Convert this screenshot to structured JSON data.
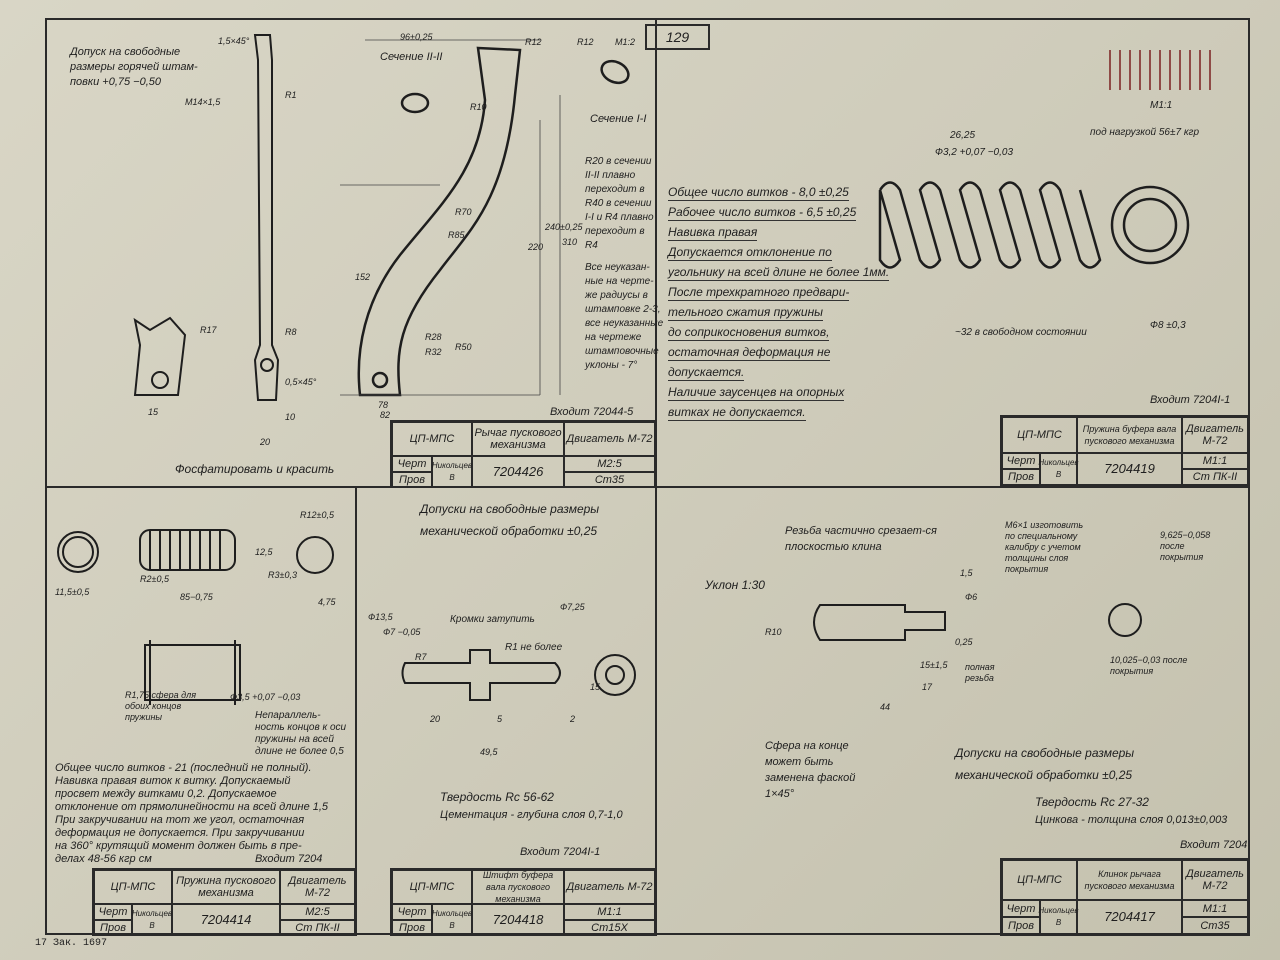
{
  "page_number": "129",
  "footer": "17 Зак. 1697",
  "panels": {
    "lever": {
      "notes": [
        "Допуск на свободные",
        "размеры горячей штам-",
        "повки +0,75 −0,50"
      ],
      "section_2": "Сечение II-II",
      "section_1": "Сечение I-I",
      "side_notes": [
        "R20 в сечении",
        "II-II плавно",
        "переходит в",
        "R40 в сечении",
        "I-I и R4 плавно",
        "переходит в",
        "R4",
        "Все неуказан-",
        "ные на черте-",
        "же радиусы в",
        "штамповке 2-3,",
        "все неуказанные",
        "на чертеже",
        "штамповочные",
        "уклоны - 7°"
      ],
      "finish": "Фосфатировать и красить",
      "dims": [
        "96±0,25",
        "R12",
        "R12",
        "M1:2",
        "1,5×45°",
        "R1",
        "R17",
        "R8",
        "R10",
        "R70",
        "R85",
        "R50",
        "R32",
        "R28",
        "220",
        "240±0,25",
        "310",
        "152",
        "78",
        "82",
        "20",
        "15",
        "10",
        "0,5×45°",
        "M14×1,5"
      ],
      "enters": "Входит 72044-5",
      "title_block": {
        "org": "ЦП-МПС",
        "name": "Рычаг пускового механизма",
        "product": "Двигатель М-72",
        "number": "7204426",
        "scale": "М2:5",
        "material": "Ст35",
        "drawn": "Черт",
        "checked": "Пров",
        "checker": "Никольцев В"
      }
    },
    "buffer_spring": {
      "notes": [
        "Общее число витков - 8,0 ±0,25",
        "Рабочее число витков - 6,5 ±0,25",
        "Навивка правая",
        "Допускается отклонение по",
        "угольнику на всей длине не более 1мм.",
        "После трехкратного предвари-",
        "тельного сжатия пружины",
        "до соприкосновения витков,",
        "остаточная деформация не",
        "допускается.",
        "Наличие заусенцев на опорных",
        "витках не допускается."
      ],
      "dims": [
        "26,25",
        "под нагрузкой 56±7 кгр",
        "Ф3,2 +0,07 −0,03",
        "~32 в свободном состоянии",
        "Ф8 ±0,3",
        "М1:1"
      ],
      "enters": "Входит 7204I-1",
      "title_block": {
        "org": "ЦП-МПС",
        "name": "Пружина буфера вала пускового механизма",
        "product": "Двигатель М-72",
        "number": "7204419",
        "scale": "М1:1",
        "material": "Ст ПК-II",
        "drawn": "Черт",
        "checked": "Пров",
        "checker": "Никольцев В"
      }
    },
    "start_spring": {
      "notes": [
        "Общее число витков - 21 (последний не полный).",
        "Навивка правая виток к витку. Допускаемый",
        "просвет между витками 0,2. Допускаемое",
        "отклонение от прямолинейности на всей длине 1,5",
        "При закручивании на тот же угол, остаточная",
        "деформация не допускается. При закручивании",
        "на 360° крутящий момент должен быть в пре-",
        "делах 48-56 кгр см"
      ],
      "callouts": [
        "R1,75 сфера для обоих концов пружины",
        "Непараллель-ность концов к оси пружины на всей длине не более 0,5"
      ],
      "dims": [
        "11,5±0,5",
        "R2±0,5",
        "85−0,75",
        "12,5",
        "R3±0,3",
        "Ф3,5 +0,07 −0,03",
        "R12±0,5",
        "4,75"
      ],
      "enters": "Входит 7204",
      "title_block": {
        "org": "ЦП-МПС",
        "name": "Пружина пускового механизма",
        "product": "Двигатель М-72",
        "number": "7204414",
        "scale": "М2:5",
        "material": "Ст ПК-II",
        "drawn": "Черт",
        "checked": "Пров",
        "checker": "Никольцев В"
      }
    },
    "pin": {
      "heading": [
        "Допуски на свободные размеры",
        "механической обработки ±0,25"
      ],
      "callouts": [
        "Кромки затупить",
        "R1 не более"
      ],
      "dims": [
        "Ф13,5",
        "Ф7 −0,05",
        "Ф7,25",
        "R7",
        "20",
        "5",
        "2",
        "49,5",
        "15"
      ],
      "hardness": "Твердость Rc 56-62",
      "case": "Цементация - глубина слоя 0,7-1,0",
      "enters": "Входит 7204I-1",
      "title_block": {
        "org": "ЦП-МПС",
        "name": "Штифт буфера вала пускового механизма",
        "product": "Двигатель М-72",
        "number": "7204418",
        "scale": "М1:1",
        "material": "Ст15Х",
        "drawn": "Черт",
        "checked": "Пров",
        "checker": "Никольцев В"
      }
    },
    "wedge": {
      "callouts": [
        "Резьба частично срезает-ся плоскостью клина",
        "Уклон 1:30",
        "Сфера на конце может быть заменена фаской 1×45°"
      ],
      "dims": [
        "R10",
        "1,5",
        "Ф6",
        "0,25",
        "15±1,5",
        "17",
        "44",
        "полная резьба",
        "M6×1 изготовить по специальному калибру с учетом толщины слоя покрытия",
        "9,625−0,058 после покрытия",
        "10,025−0,03 после покрытия"
      ],
      "heading": [
        "Допуски на свободные размеры",
        "механической обработки ±0,25"
      ],
      "hardness": "Твердость Rc 27-32",
      "coating": "Цинкова - толщина слоя 0,013±0,003",
      "enters": "Входит 7204",
      "title_block": {
        "org": "ЦП-МПС",
        "name": "Клинок рычага пускового механизма",
        "product": "Двигатель М-72",
        "number": "7204417",
        "scale": "М1:1",
        "material": "Ст35",
        "drawn": "Черт",
        "checked": "Пров",
        "checker": "Никольцев В"
      }
    }
  }
}
